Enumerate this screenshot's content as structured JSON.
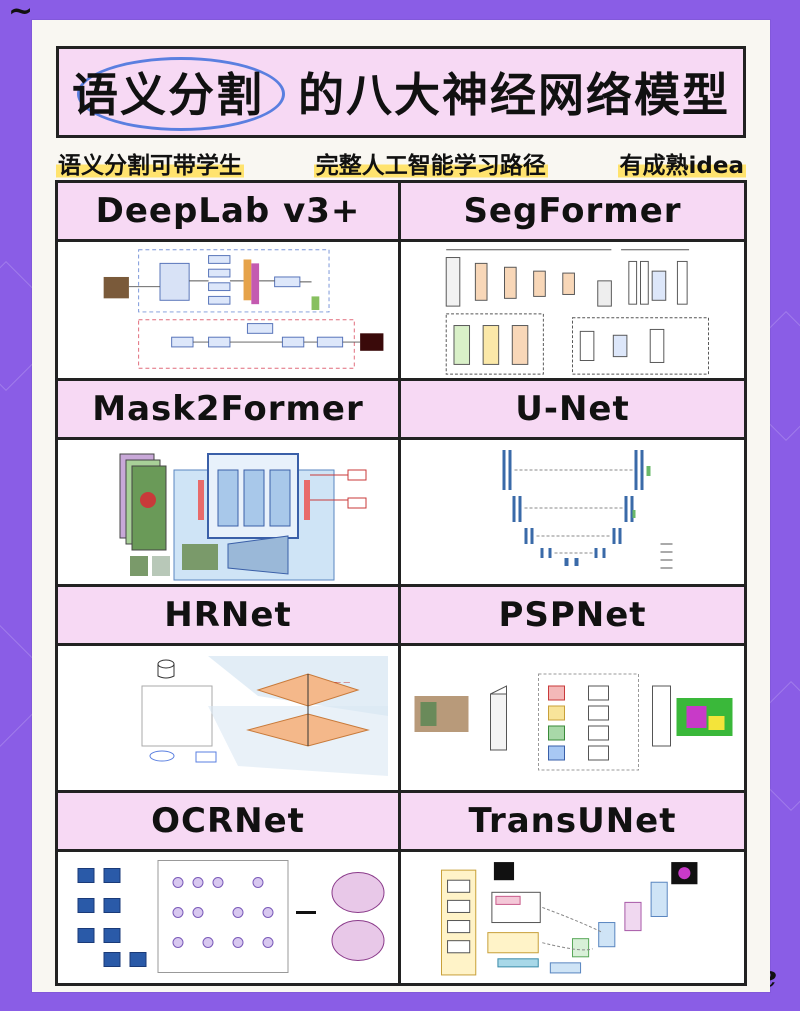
{
  "title": {
    "part1": "语义分割",
    "part2": "的八大神经网络模型"
  },
  "subtitles": [
    "语义分割可带学生",
    "完整人工智能学习路径",
    "有成熟idea"
  ],
  "models": [
    {
      "name": "DeepLab v3+",
      "icon": "deeplab-diagram"
    },
    {
      "name": "SegFormer",
      "icon": "segformer-diagram"
    },
    {
      "name": "Mask2Former",
      "icon": "mask2former-diagram"
    },
    {
      "name": "U-Net",
      "icon": "unet-diagram"
    },
    {
      "name": "HRNet",
      "icon": "hrnet-diagram"
    },
    {
      "name": "PSPNet",
      "icon": "pspnet-diagram"
    },
    {
      "name": "OCRNet",
      "icon": "ocrnet-diagram"
    },
    {
      "name": "TransUNet",
      "icon": "transunet-diagram"
    }
  ],
  "colors": {
    "background": "#8a5de6",
    "header_fill": "#f7d9f4",
    "highlight": "#ffe36e",
    "circle": "#5a7fe0"
  }
}
